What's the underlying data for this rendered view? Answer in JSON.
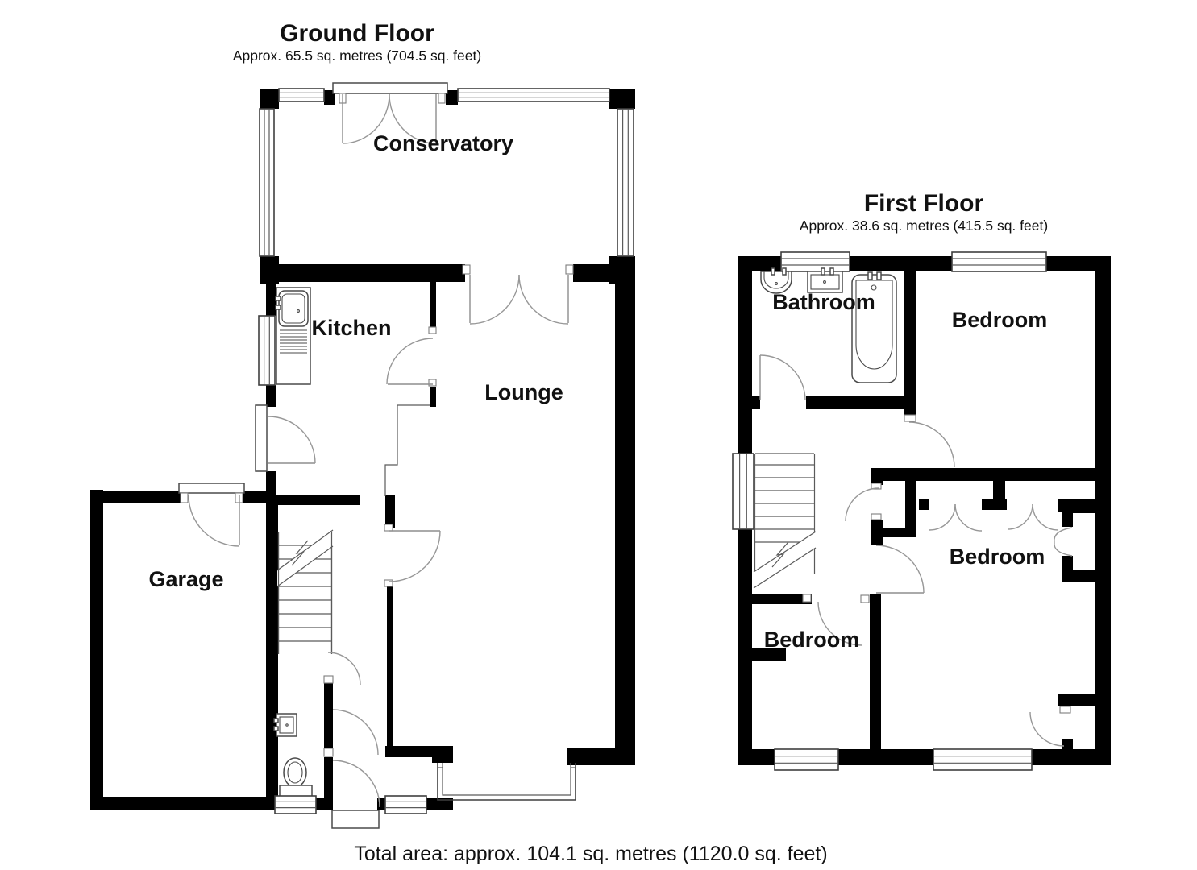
{
  "ground_floor": {
    "title": "Ground Floor",
    "subtitle": "Approx. 65.5 sq. metres (704.5 sq. feet)",
    "rooms": {
      "conservatory": "Conservatory",
      "kitchen": "Kitchen",
      "lounge": "Lounge",
      "garage": "Garage"
    }
  },
  "first_floor": {
    "title": "First Floor",
    "subtitle": "Approx. 38.6 sq. metres (415.5 sq. feet)",
    "rooms": {
      "bathroom": "Bathroom",
      "bedroom_top": "Bedroom",
      "bedroom_middle": "Bedroom",
      "bedroom_bottom": "Bedroom"
    }
  },
  "footer": {
    "total_area": "Total area: approx. 104.1 sq. metres (1120.0 sq. feet)"
  },
  "colors": {
    "wall": "#000000",
    "line": "#3f3f3f",
    "arc": "#979797",
    "text": "#111111"
  }
}
